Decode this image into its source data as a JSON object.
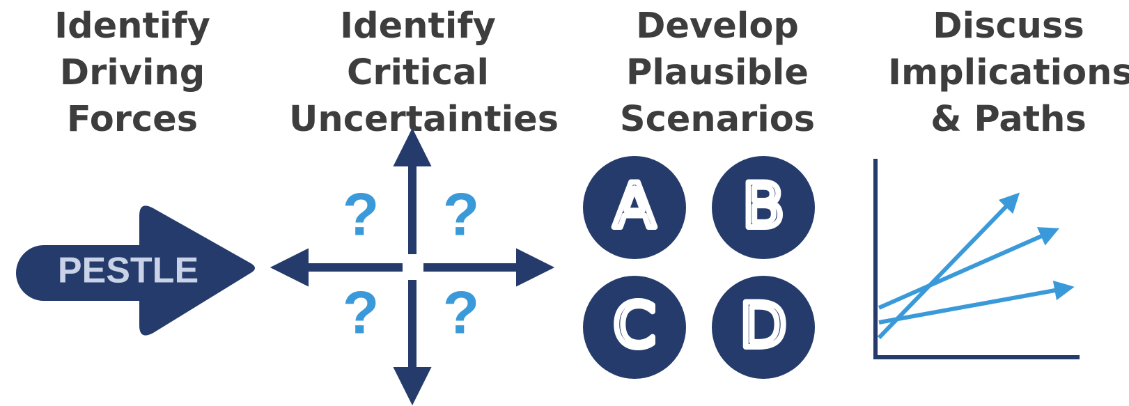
{
  "steps": [
    {
      "title_lines": [
        "Identify",
        "Driving",
        "Forces"
      ]
    },
    {
      "title_lines": [
        "Identify",
        "Critical",
        "Uncertainties"
      ]
    },
    {
      "title_lines": [
        "Develop",
        "Plausible",
        "Scenarios"
      ]
    },
    {
      "title_lines": [
        "Discuss",
        "Implications",
        "& Paths"
      ]
    }
  ],
  "pestle_label": "PESTLE",
  "question_mark": "?",
  "scenarios": [
    "A",
    "B",
    "C",
    "D"
  ],
  "colors": {
    "navy": "#243b6b",
    "blue": "#3a9ad9",
    "label_light": "#c9d2e6",
    "heading": "#3d3d3d"
  }
}
